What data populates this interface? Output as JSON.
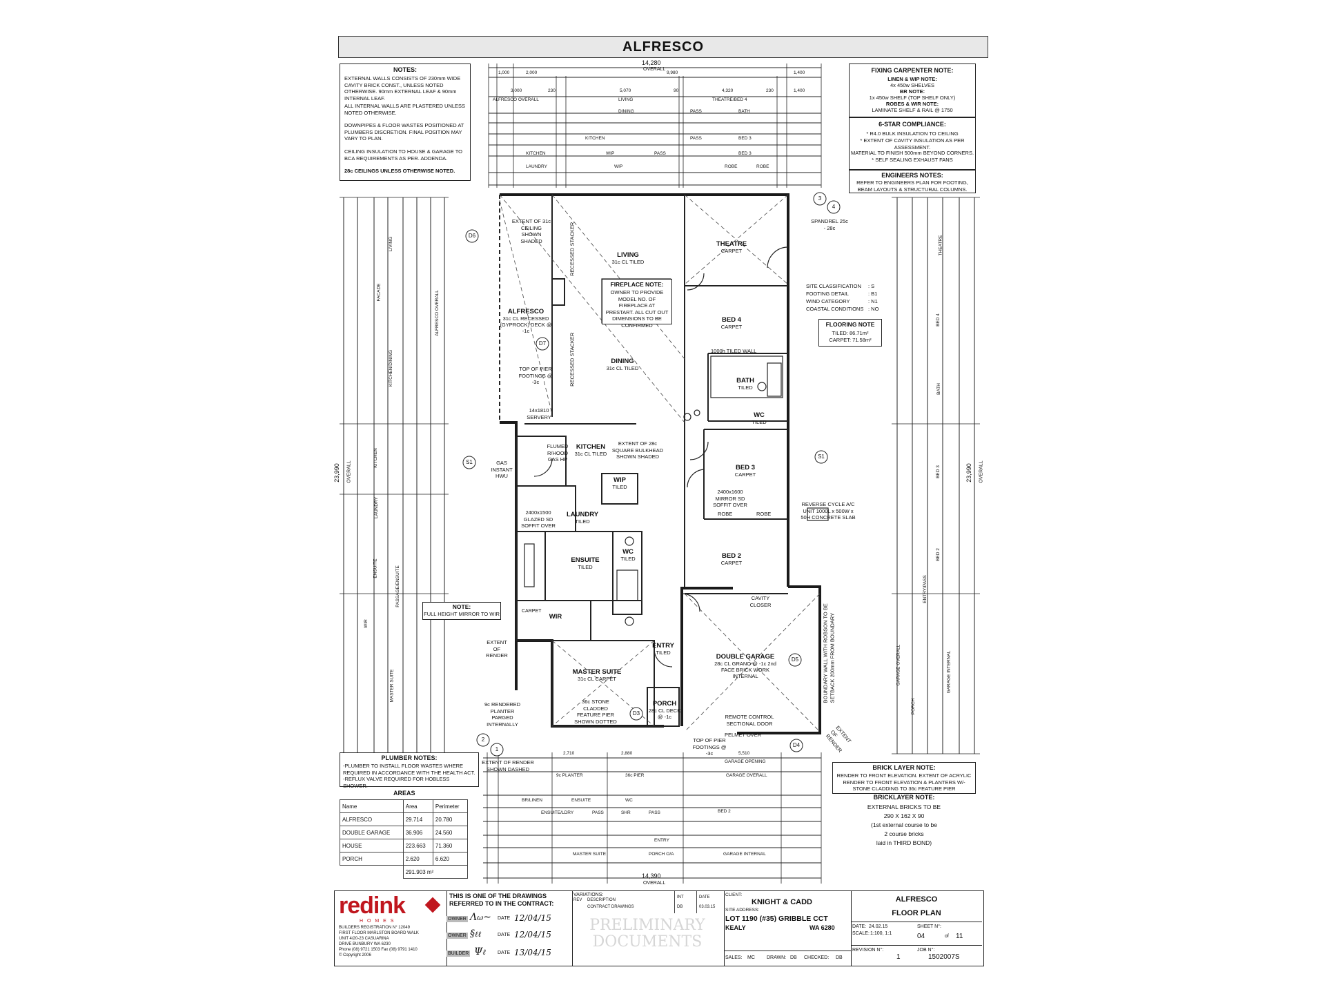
{
  "header": {
    "title": "ALFRESCO"
  },
  "notes": {
    "title": "NOTES:",
    "items": [
      "EXTERNAL WALLS CONSISTS OF 230mm WIDE CAVITY BRICK CONST., UNLESS NOTED OTHERWISE. 90mm EXTERNAL LEAF & 90mm INTERNAL LEAF.",
      "ALL INTERNAL WALLS ARE PLASTERED UNLESS NOTED OTHERWISE.",
      "DOWNPIPES & FLOOR WASTES POSITIONED AT PLUMBERS DISCRETION. FINAL POSITION MAY VARY TO PLAN.",
      "CEILING INSULATION TO HOUSE & GARAGE TO BCA REQUIREMENTS AS PER. ADDENDA.",
      "28c CEILINGS UNLESS OTHERWISE NOTED."
    ]
  },
  "fixing_carpenter": {
    "title": "FIXING CARPENTER NOTE:",
    "lines": [
      "LINEN & WIP NOTE:",
      "4x 450w SHELVES",
      "BR NOTE:",
      "1x 450w SHELF (TOP SHELF ONLY)",
      "ROBES & WIR NOTE:",
      "LAMINATE SHELF & RAIL @ 1750"
    ]
  },
  "six_star": {
    "title": "6-STAR COMPLIANCE:",
    "lines": [
      "* R4.0 BULK INSULATION TO CEILING",
      "* EXTENT OF CAVITY INSULATION AS PER ASSESSMENT.",
      "MATERIAL TO FINISH 500mm BEYOND CORNERS.",
      "* SELF SEALING EXHAUST FANS"
    ]
  },
  "engineers": {
    "title": "ENGINEERS NOTES:",
    "text": "REFER TO ENGINEERS PLAN FOR FOOTING, BEAM LAYOUTS & STRUCTURAL COLUMNS."
  },
  "site_class": {
    "rows": [
      [
        "SITE CLASSIFICATION",
        ": S"
      ],
      [
        "FOOTING DETAIL",
        ": B1"
      ],
      [
        "WIND CATEGORY",
        ": N1"
      ],
      [
        "COASTAL CONDITIONS",
        ": NO"
      ]
    ]
  },
  "flooring": {
    "title": "FLOORING NOTE",
    "tiled": "TILED: 86.71m²",
    "carpet": "CARPET: 71.58m²"
  },
  "dims": {
    "top_overall_value": "14,280",
    "top_overall_label": "OVERALL",
    "bottom_overall_value": "14,390",
    "bottom_overall_label": "OVERALL",
    "left_overall_value": "23,990",
    "left_overall_label": "OVERALL",
    "right_overall_value": "23,990",
    "right_overall_label": "OVERALL",
    "top_row1": [
      "1,000",
      "2,000",
      "9,980",
      "1,400"
    ],
    "top_row2": [
      "3,000",
      "230",
      "5,070",
      "90",
      "4,320",
      "230",
      "1,400"
    ],
    "top_row2_labels": [
      "ALFRESCO OVERALL",
      "LIVING",
      "THEATRE/BED 4"
    ],
    "top_row3_labels": [
      "DINING",
      "PASS",
      "BATH"
    ],
    "top_row5_labels": [
      "KITCHEN",
      "PASS",
      "BED 3"
    ],
    "top_row6_labels": [
      "KITCHEN",
      "WIP",
      "PASS",
      "BED 3"
    ],
    "top_row7_labels": [
      "LAUNDRY",
      "WIP",
      "ROBE",
      "ROBE"
    ],
    "bottom_labels_1": [
      "2,710",
      "2,880",
      "5,510"
    ],
    "bottom_row_labels": [
      "GARAGE OPENING",
      "GARAGE OVERALL",
      "9c PLANTER",
      "36c PIER"
    ],
    "bottom_room_labels": [
      "BR/LINEN",
      "ENSUITE",
      "WC",
      "BED 2",
      "ENSUITE/LDRY",
      "PASS",
      "SHR",
      "PASS",
      "MASTER SUITE",
      "PORCH O/A",
      "ENTRY",
      "GARAGE INTERNAL"
    ],
    "left_labels": [
      "FACADE",
      "LIVING",
      "ALFRESCO OVERALL",
      "KITCHEN/DINING",
      "KITCHEN",
      "LAUNDRY",
      "ENSUITE",
      "PASSAGE/ENSUITE",
      "WIR",
      "MASTER SUITE"
    ],
    "right_labels": [
      "THEATRE",
      "BED 4",
      "BATH",
      "BED 3",
      "BED 2",
      "ENTRY/PASS",
      "GARAGE OVERALL",
      "GARAGE INTERNAL",
      "PORCH"
    ]
  },
  "rooms": {
    "alfresco": {
      "name": "ALFRESCO",
      "sub": "31c CL RECESSED (GYPROCK) DECK @ -1c"
    },
    "living": {
      "name": "LIVING",
      "sub": "31c CL TILED"
    },
    "dining": {
      "name": "DINING",
      "sub": "31c CL TILED"
    },
    "theatre": {
      "name": "THEATRE",
      "sub": "CARPET"
    },
    "bed4": {
      "name": "BED 4",
      "sub": "CARPET"
    },
    "bath": {
      "name": "BATH",
      "sub": "TILED"
    },
    "wc1": {
      "name": "WC",
      "sub": "TILED"
    },
    "kitchen": {
      "name": "KITCHEN",
      "sub": "31c CL TILED"
    },
    "wip": {
      "name": "WIP",
      "sub": "TILED"
    },
    "bed3": {
      "name": "BED 3",
      "sub": "CARPET"
    },
    "laundry": {
      "name": "LAUNDRY",
      "sub": "TILED"
    },
    "ensuite": {
      "name": "ENSUITE",
      "sub": "TILED"
    },
    "wc2": {
      "name": "WC",
      "sub": "TILED"
    },
    "bed2": {
      "name": "BED 2",
      "sub": "CARPET"
    },
    "wir": {
      "name": "WIR",
      "sub": "CARPET"
    },
    "master": {
      "name": "MASTER SUITE",
      "sub": "31c CL CARPET"
    },
    "entry": {
      "name": "ENTRY",
      "sub": "TILED"
    },
    "garage": {
      "name": "DOUBLE GARAGE",
      "sub": "28c CL GRANO @ -1c 2nd FACE BRICK WORK INTERNAL"
    },
    "porch": {
      "name": "PORCH",
      "sub": "28c CL DECK @ -1c"
    }
  },
  "plan_notes": {
    "fireplace_title": "FIREPLACE NOTE:",
    "fireplace_text": "OWNER TO PROVIDE MODEL NO. OF FIREPLACE AT PRESTART. ALL CUT OUT DIMENSIONS TO BE CONFIRMED",
    "mirror_title": "NOTE:",
    "mirror_text": "FULL HEIGHT MIRROR TO WIR",
    "ceiling_extent": "EXTENT OF 31c CEILING SHOWN SHADED",
    "stacker1": "RECESSED STACKER",
    "stacker2": "RECESSED STACKER",
    "servery": "14x1810 SERVERY",
    "bulkhead": "EXTENT OF 28c SQUARE BULKHEAD SHOWN SHADED",
    "rangehood": "FLUMED R/HOOD GAS HP",
    "tiled_wall": "1000h TILED WALL",
    "spandrel": "SPANDREL 25c - 28c",
    "reverse_cycle": "REVERSE CYCLE A/C UNIT 1000L x 500W x 50H CONCRETE SLAB",
    "mirror_soffit": "2400x1600 MIRROR SD SOFFIT OVER",
    "robe1": "ROBE",
    "robe2": "ROBE",
    "glazed_sd": "2400x1500 GLAZED SD SOFFIT OVER",
    "cavity_closer": "CAVITY CLOSER",
    "boundary_wall": "BOUNDARY WALL WITH ROBSON TO BE SETBACK 200mm FROM BOUNDARY",
    "remote_door": "REMOTE CONTROL SECTIONAL DOOR",
    "pelmet": "PELMET OVER",
    "stone_pier": "36c STONE CLADDED FEATURE PIER SHOWN DOTTED",
    "planter": "9c RENDERED PLANTER PARGED INTERNALLY",
    "extent_render": "EXTENT OF RENDER",
    "extent_render2": "EXTENT OF RENDER SHOWN DASHED",
    "top_of_pier": "TOP OF PIER FOOTINGS @ -3c",
    "top_of_pier2": "TOP OF PIER FOOTINGS @ -3c",
    "instant_hwu": "GAS INSTANT HWU",
    "extent_render3": "EXTENT OF RENDER"
  },
  "markers": [
    "D6",
    "D7",
    "S1",
    "S1",
    "D5",
    "D4",
    "D3",
    "3",
    "4",
    "2",
    "1"
  ],
  "plumber": {
    "title": "PLUMBER NOTES:",
    "text": "-PLUMBER TO INSTALL FLOOR WASTES WHERE REQUIRED IN ACCORDANCE WITH THE HEALTH ACT. -REFLUX VALVE REQUIRED FOR HOBLESS SHOWER."
  },
  "areas": {
    "title": "AREAS",
    "headers": [
      "Name",
      "Area",
      "Perimeter"
    ],
    "rows": [
      [
        "ALFRESCO",
        "29.714",
        "20.780"
      ],
      [
        "DOUBLE GARAGE",
        "36.906",
        "24.560"
      ],
      [
        "HOUSE",
        "223.663",
        "71.360"
      ],
      [
        "PORCH",
        "2.620",
        "6.620"
      ]
    ],
    "total": "291.903 m²"
  },
  "brick_layer": {
    "title": "BRICK LAYER NOTE:",
    "text": "RENDER TO FRONT ELEVATION. EXTENT OF ACRYLIC RENDER TO FRONT ELEVATION & PLANTERS W/- STONE CLADDING TO 36c FEATURE PIER"
  },
  "bricklayer": {
    "title": "BRICKLAYER NOTE:",
    "lines": [
      "EXTERNAL BRICKS TO BE",
      "290 X 162 X 90",
      "(1st external course to be",
      "2 course bricks",
      "laid in THIRD BOND)"
    ]
  },
  "titleblock": {
    "logo": "redink",
    "logo_sub": "H O M E S",
    "builder_lines": [
      "BUILDERS REGISTRATION N° 12049",
      "FIRST FLOOR MARLSTON BOARD WALK",
      "UNIT 4/20-23 CASUARINA",
      "DRIVE BUNBURY WA 6230",
      "Phone (08) 9721 1503 Fax (08) 9791 1410",
      "© Copyright 2006"
    ],
    "contract_text": "THIS IS ONE OF THE DRAWINGS REFERRED TO IN THE CONTRACT:",
    "sign_rows": [
      {
        "role": "OWNER",
        "date_label": "DATE",
        "date": "12/04/15"
      },
      {
        "role": "OWNER",
        "date_label": "DATE",
        "date": "12/04/15"
      },
      {
        "role": "BUILDER",
        "date_label": "DATE",
        "date": "13/04/15"
      }
    ],
    "variations_title": "VARIATIONS:",
    "var_headers": [
      "REV",
      "DESCRIPTION",
      "INT",
      "DATE"
    ],
    "var_row": [
      "",
      "CONTRACT DRAWINGS",
      "DB",
      "03.03.15"
    ],
    "watermark": "PRELIMINARY DOCUMENTS",
    "client_label": "CLIENT:",
    "client": "KNIGHT & CADD",
    "site_label": "SITE ADDRESS:",
    "site_line1": "LOT 1190 (#35) GRIBBLE CCT",
    "site_line2_left": "KEALY",
    "site_line2_right": "WA 6280",
    "sales_label": "SALES:",
    "sales": "MC",
    "drawn_label": "DRAWN:",
    "drawn": "DB",
    "checked_label": "CHECKED:",
    "checked": "DB",
    "sheet_name1": "ALFRESCO",
    "sheet_name2": "FLOOR PLAN",
    "date_label": "DATE:",
    "date": "24.02.15",
    "scale_label": "SCALE:",
    "scale": "1:100, 1:1",
    "sheet_label": "SHEET N°:",
    "sheet": "04",
    "of": "of",
    "sheet_total": "11",
    "revision_label": "REVISION N°:",
    "revision": "1",
    "job_label": "JOB N°:",
    "job": "1502007S"
  }
}
